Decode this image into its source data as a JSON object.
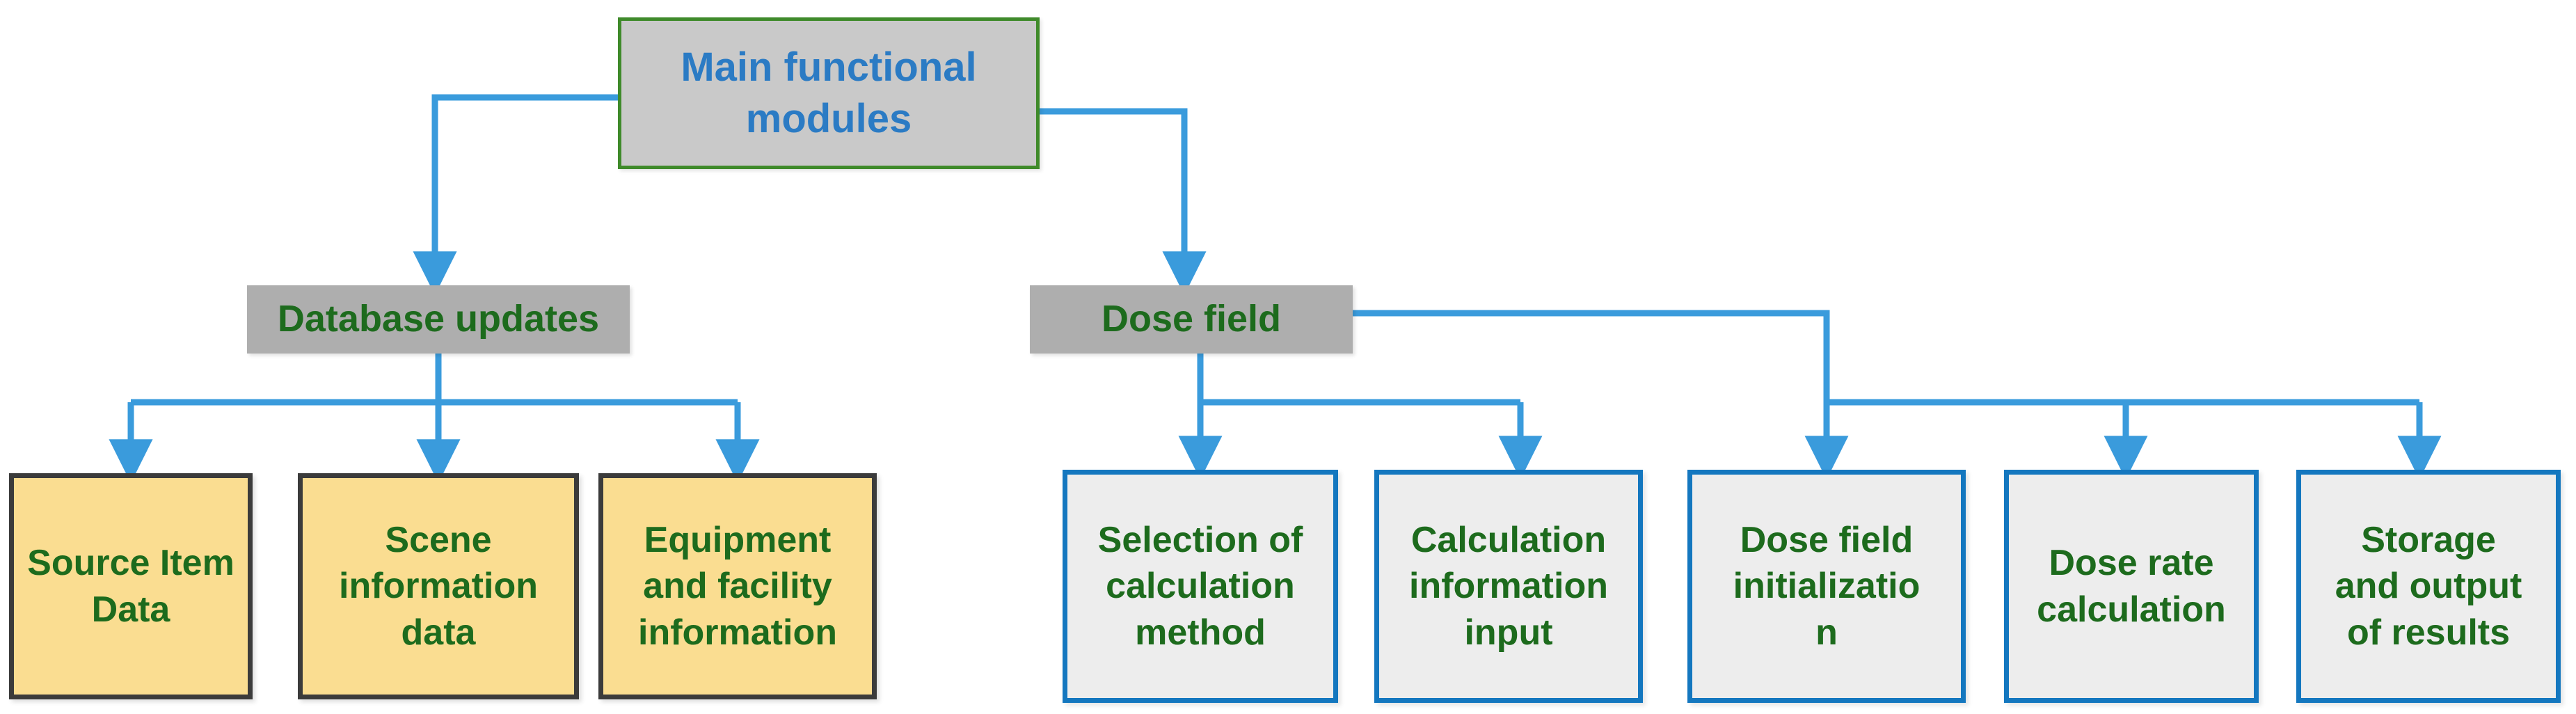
{
  "diagram": {
    "title": "Main functional modules",
    "palette": {
      "connector": "#3a9bdc",
      "root_fill": "#c9c9c9",
      "root_border": "#3f8a2a",
      "root_text": "#2b7bc4",
      "group_fill": "#aeaeae",
      "group_text": "#1d6b1d",
      "yellow_fill": "#fadd91",
      "yellow_border": "#3b3b3b",
      "blue_fill": "#ededed",
      "blue_border": "#1477bf",
      "leaf_text": "#1d6b1d",
      "background": "#ffffff"
    },
    "root": {
      "label": "Main functional\nmodules"
    },
    "groups": [
      {
        "id": "database-updates",
        "label": "Database updates"
      },
      {
        "id": "dose-field",
        "label": "Dose field"
      }
    ],
    "database_children": [
      {
        "id": "source-item-data",
        "label": "Source Item\nData"
      },
      {
        "id": "scene-information-data",
        "label": "Scene\ninformation\ndata"
      },
      {
        "id": "equipment-and-facility-information",
        "label": "Equipment\nand facility\ninformation"
      }
    ],
    "dose_field_children_left": [
      {
        "id": "selection-of-calculation-method",
        "label": "Selection of\ncalculation\nmethod"
      },
      {
        "id": "calculation-information-input",
        "label": "Calculation\ninformation\ninput"
      }
    ],
    "dose_field_children_right": [
      {
        "id": "dose-field-initialization",
        "label": "Dose field\ninitializatio\nn"
      },
      {
        "id": "dose-rate-calculation",
        "label": "Dose rate\ncalculation"
      },
      {
        "id": "storage-and-output-of-results",
        "label": "Storage\nand output\nof results"
      }
    ]
  }
}
